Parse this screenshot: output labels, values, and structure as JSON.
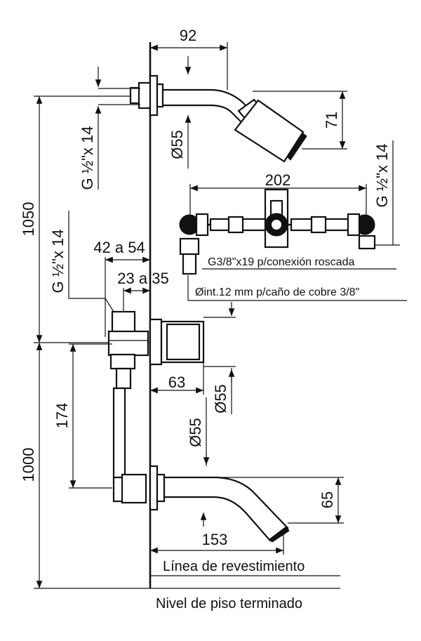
{
  "dimensions": {
    "d92": "92",
    "d71": "71",
    "d1050": "1050",
    "d1000": "1000",
    "d202": "202",
    "d174": "174",
    "d63": "63",
    "d65": "65",
    "d153": "153",
    "d42a54": "42 a 54",
    "d23a35": "23 a 35",
    "dia55_top": "Ø55",
    "dia55_mid": "Ø55",
    "dia55_low": "Ø55",
    "thread_left_top": "G ½\"x 14",
    "thread_left_mid": "G ½\"x 14",
    "thread_right": "G ½\"x 14"
  },
  "notes": {
    "g38": "G3/8\"x19 p/conexión roscada",
    "copper": "Øint.12 mm p/caño de cobre 3/8\"",
    "revestimiento": "Línea de revestimiento",
    "piso": "Nivel de piso terminado"
  }
}
